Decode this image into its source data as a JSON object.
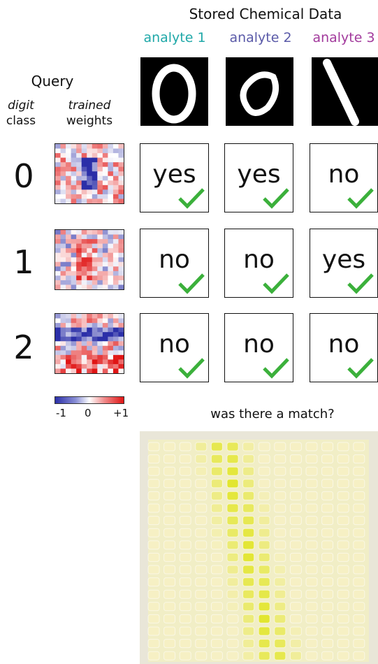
{
  "header": {
    "title": "Stored Chemical Data",
    "analytes": [
      {
        "label": "analyte 1",
        "color": "#1fa8a8"
      },
      {
        "label": "analyte 2",
        "color": "#5a5aa8"
      },
      {
        "label": "analyte 3",
        "color": "#a23a9c"
      }
    ]
  },
  "query": {
    "title": "Query",
    "digit_header_italic": "digit",
    "digit_header": "class",
    "weights_header_italic": "trained",
    "weights_header": "weights"
  },
  "rows": [
    {
      "digit": "0",
      "answers": [
        "yes",
        "yes",
        "no"
      ]
    },
    {
      "digit": "1",
      "answers": [
        "no",
        "no",
        "yes"
      ]
    },
    {
      "digit": "2",
      "answers": [
        "no",
        "no",
        "no"
      ]
    }
  ],
  "colorbar": {
    "min": "-1",
    "mid": "0",
    "max": "+1",
    "low_color": "#2b2fa8",
    "high_color": "#e01515"
  },
  "question": "was there a match?",
  "check_color": "#3bb03b",
  "icons": [
    "check-icon"
  ]
}
